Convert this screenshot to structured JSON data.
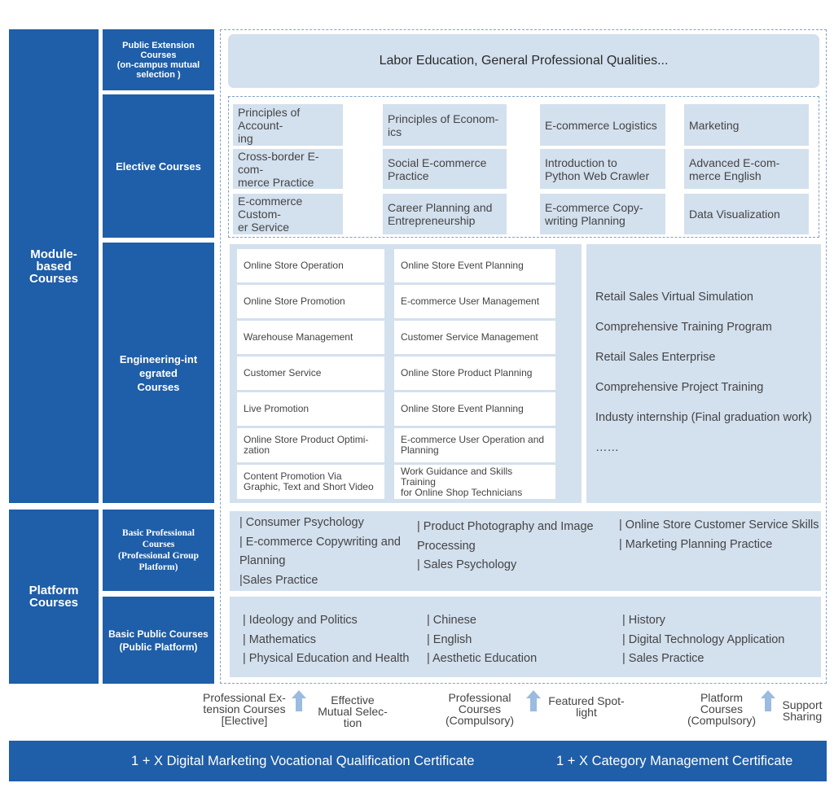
{
  "left_categories": {
    "module": "Module-\nbased\nCourses",
    "platform": "Platform\nCourses"
  },
  "rows": {
    "public_extension": "Public Extension\nCourses\n(on-campus mutual\nselection )",
    "elective": "Elective Courses",
    "engineering": "Engineering-int\negrated\nCourses",
    "basic_professional": "Basic Professional\nCourses\n(Professional Group\nPlatform)",
    "basic_public": "Basic Public Courses\n(Public Platform)"
  },
  "public_extension_content": "Labor Education, General Professional Qualities...",
  "elective_courses": [
    [
      "Principles of Account-\ning",
      "Principles of Econom-\nics",
      "E-commerce Logistics",
      "Marketing"
    ],
    [
      "Cross-border E-com-\nmerce Practice",
      "Social E-commerce\nPractice",
      "Introduction to\nPython Web Crawler",
      "Advanced E-com-\nmerce English"
    ],
    [
      "E-commerce Custom-\ner Service",
      "Career Planning and\nEntrepreneurship",
      "E-commerce Copy-\nwriting Planning",
      "Data Visualization"
    ]
  ],
  "engineering_left": [
    "Online Store Operation",
    "Online Store Promotion",
    "Warehouse Management",
    "Customer Service",
    "Live Promotion",
    "Online Store Product  Optimi-\nzation",
    "Content Promotion Via\nGraphic, Text and  Short Video"
  ],
  "engineering_right": [
    "Online Store Event Planning",
    "E-commerce User Management",
    "Customer Service Management",
    "Online Store Product Planning",
    "Online Store Event Planning",
    "E-commerce User Operation and\nPlanning",
    "Work Guidance and Skills Training\nfor Online Shop Technicians"
  ],
  "practice_items": [
    "Retail Sales Virtual Simulation",
    "Comprehensive Training Program",
    "Retail Sales Enterprise",
    "Comprehensive Project Training",
    "Industy internship (Final graduation work)",
    "……"
  ],
  "basic_professional_cols": [
    [
      "| Consumer Psychology",
      "| E-commerce Copywriting and",
      "Planning",
      "|Sales Practice"
    ],
    [
      "| Product Photography and Image",
      "Processing",
      "| Sales Psychology"
    ],
    [
      "| Online Store Customer Service Skills",
      "| Marketing Planning Practice"
    ]
  ],
  "basic_public_cols": [
    [
      "| Ideology and Politics",
      "| Mathematics",
      "| Physical Education and Health"
    ],
    [
      "| Chinese",
      "| English",
      "| Aesthetic Education"
    ],
    [
      "| History",
      "| Digital Technology Application",
      "| Sales Practice"
    ]
  ],
  "support": {
    "left_label": "Professional Ex-\ntension Courses\n[Elective]",
    "left_effect": "Effective\nMutual Selec-\ntion",
    "mid_label": "Professional\nCourses\n(Compulsory)",
    "mid_effect": "Featured Spot-\nlight",
    "right_label": "Platform\nCourses\n(Compulsory)",
    "right_effect": "Support\nSharing"
  },
  "certificates": {
    "left": "1 + X Digital Marketing Vocational Qualification Certificate",
    "right": "1 + X Category Management Certificate"
  },
  "colors": {
    "navy": "#1f5ea8",
    "light_box": "#d3e0ee",
    "arrow": "#9bbbe0"
  }
}
